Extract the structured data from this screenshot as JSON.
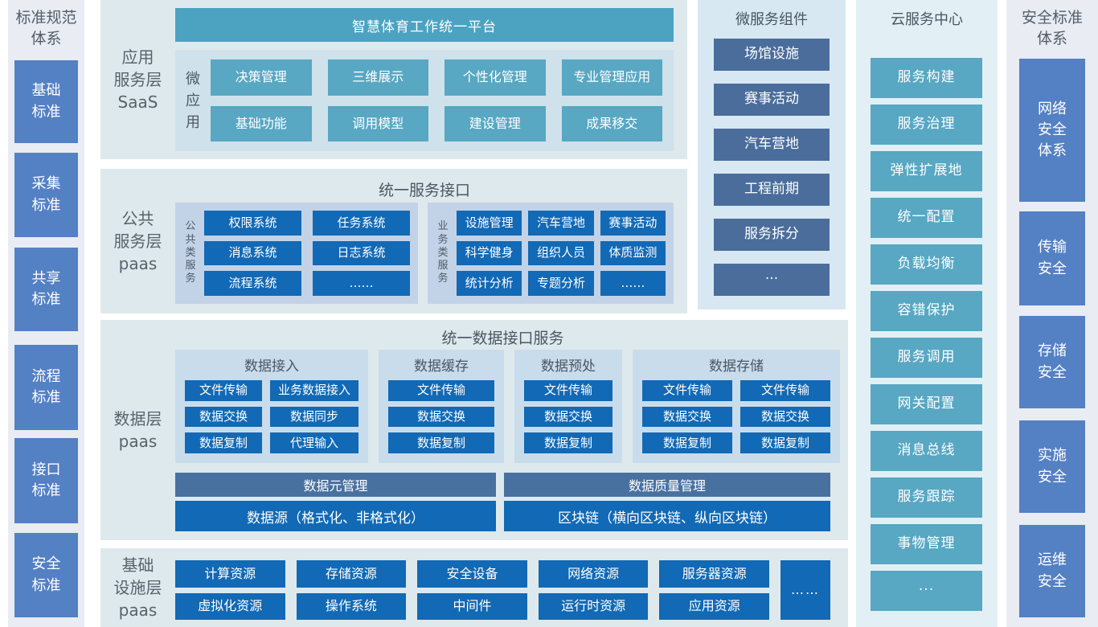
{
  "left_sidebar": {
    "title": "标准规范\n体系",
    "items": [
      "基础\n标准",
      "采集\n标准",
      "共享\n标准",
      "流程\n标准",
      "接口\n标准",
      "安全\n标准"
    ]
  },
  "saas": {
    "layer_label": "应用\n服务层\nSaaS",
    "title": "智慧体育工作统一平台",
    "group_label": "微\n应\n用",
    "apps": [
      "决策管理",
      "三维展示",
      "个性化管理",
      "专业管理应用",
      "基础功能",
      "调用模型",
      "建设管理",
      "成果移交"
    ]
  },
  "public_paas": {
    "layer_label": "公共\n服务层\npaas",
    "title": "统一服务接口",
    "groups": [
      {
        "label": "公\n共\n类\n服\n务",
        "items": [
          "权限系统",
          "任务系统",
          "消息系统",
          "日志系统",
          "流程系统",
          "……"
        ]
      },
      {
        "label": "业\n务\n类\n服\n务",
        "items": [
          "设施管理",
          "汽车营地",
          "赛事活动",
          "科学健身",
          "组织人员",
          "体质监测",
          "统计分析",
          "专题分析",
          "……"
        ]
      }
    ]
  },
  "data_layer": {
    "layer_label": "数据层\npaas",
    "title": "统一数据接口服务",
    "panels": [
      {
        "title": "数据接入",
        "items": [
          "文件传输",
          "业务数据接入",
          "数据交换",
          "数据同步",
          "数据复制",
          "代理输入"
        ]
      },
      {
        "title": "数据缓存",
        "items": [
          "文件传输",
          "数据交换",
          "数据复制"
        ]
      },
      {
        "title": "数据预处",
        "items": [
          "文件传输",
          "数据交换",
          "数据复制"
        ]
      },
      {
        "title": "数据存储",
        "items": [
          "文件传输",
          "文件传输",
          "数据交换",
          "数据交换",
          "数据复制",
          "数据复制"
        ]
      }
    ],
    "bars": [
      {
        "header": "数据元管理",
        "value": "数据源（格式化、非格式化）"
      },
      {
        "header": "数据质量管理",
        "value": "区块链（横向区块链、纵向区块链）"
      }
    ]
  },
  "infrastructure": {
    "layer_label": "基础\n设施层\npaas",
    "items": [
      "计算资源",
      "存储资源",
      "安全设备",
      "网络资源",
      "服务器资源",
      "虚拟化资源",
      "操作系统",
      "中间件",
      "运行时资源",
      "应用资源"
    ],
    "more": "……"
  },
  "microservices": {
    "title": "微服务组件",
    "items": [
      "场馆设施",
      "赛事活动",
      "汽车营地",
      "工程前期",
      "服务拆分",
      "···"
    ]
  },
  "cloud": {
    "title": "云服务中心",
    "items": [
      "服务构建",
      "服务治理",
      "弹性扩展地",
      "统一配置",
      "负载均衡",
      "容错保护",
      "服务调用",
      "网关配置",
      "消息总线",
      "服务跟踪",
      "事物管理",
      "···"
    ]
  },
  "right_sidebar": {
    "title": "安全标准\n体系",
    "items": [
      "网络\n安全\n体系",
      "传输\n安全",
      "存储\n安全",
      "实施\n安全",
      "运维\n安全"
    ]
  },
  "colors": {
    "strong_blue": "#1269b5",
    "teal": "#58a7c3",
    "teal_bar": "#4ba3c1",
    "slate_button": "#4a6d9b",
    "slate_bar": "#49719f",
    "periwinkle": "#5480c4",
    "section_bg": "#dee9ed",
    "saas_panel_bg": "#cfe1ea",
    "paas_panel_bg": "#c3d3e7",
    "data_panel_bg": "#c9dcec",
    "micro_panel_bg": "#d8e8f3",
    "cloud_panel_bg": "#e2f0f5",
    "sidebar_bg": "#e9ecf3"
  }
}
